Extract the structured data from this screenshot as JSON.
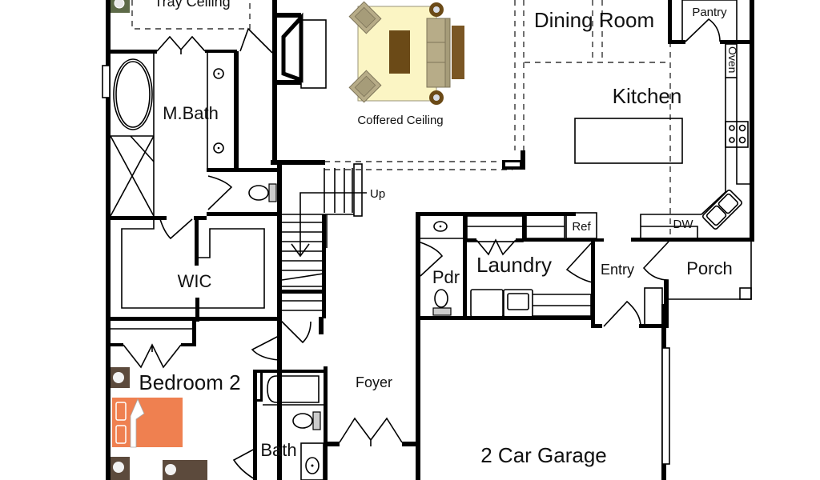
{
  "plan": {
    "rooms": {
      "tray_ceiling": "Tray Ceiling",
      "coffered_ceiling": "Coffered Ceiling",
      "dining_room": "Dining Room",
      "pantry": "Pantry",
      "oven": "Oven",
      "kitchen": "Kitchen",
      "master_bath": "M.Bath",
      "stairs_up": "Up",
      "ref": "Ref",
      "dw": "DW",
      "pdr": "Pdr",
      "laundry": "Laundry",
      "entry": "Entry",
      "porch": "Porch",
      "wic": "WIC",
      "bedroom_2": "Bedroom 2",
      "foyer": "Foyer",
      "bath": "Bath",
      "garage": "2 Car Garage"
    },
    "colors": {
      "rug": "#fbf5c4",
      "sofa": "#b7ac88",
      "sofa_dark": "#8c8262",
      "coffee_table": "#6b4a17",
      "side_table": "#7a5624",
      "bed": "#ef8050",
      "nightstand": "#5c4a3c",
      "plant_green": "#5d6a48"
    }
  }
}
